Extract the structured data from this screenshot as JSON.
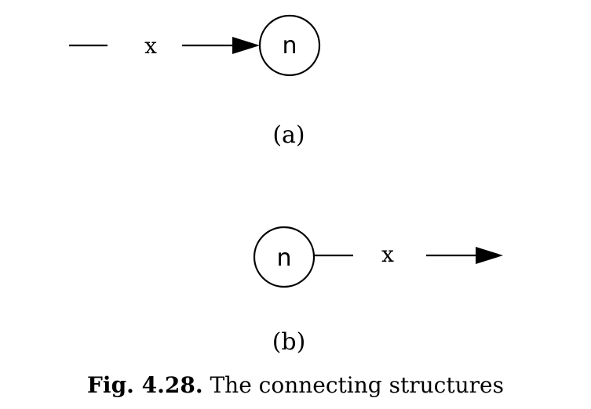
{
  "diagram_a": {
    "node_label": "n",
    "edge_label": "x",
    "part_label": "(a)"
  },
  "diagram_b": {
    "node_label": "n",
    "edge_label": "x",
    "part_label": "(b)"
  },
  "caption": {
    "label": "Fig. 4.28.",
    "text": "The connecting structures"
  }
}
